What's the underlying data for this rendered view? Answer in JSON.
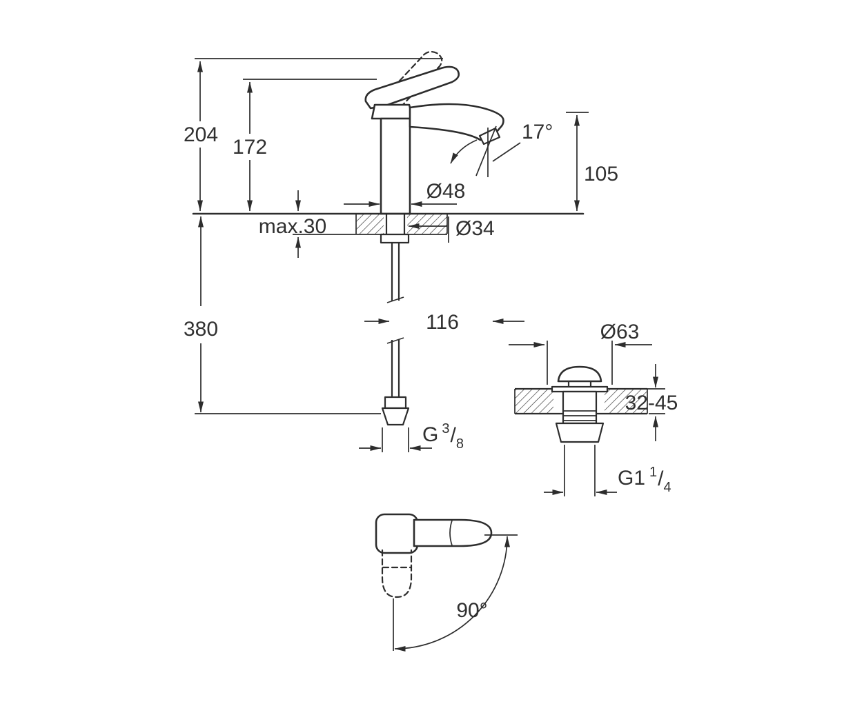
{
  "drawing": {
    "type": "technical-dimension-diagram",
    "subject": "single-lever basin mixer with pop-up waste",
    "colors": {
      "line": "#2d2d2d",
      "text": "#303030",
      "background": "#ffffff"
    }
  },
  "labels": {
    "overall_height": "204",
    "body_height": "172",
    "spout_angle": "17°",
    "spout_outlet_height": "105",
    "base_diameter": "Ø48",
    "max_deck_thickness": "max.30",
    "hole_diameter": "Ø34",
    "below_deck_length": "380",
    "spout_reach": "116",
    "waste_flange_diameter": "Ø63",
    "waste_deck_range": "32-45",
    "handle_swivel_angle": "90°",
    "supply_thread": {
      "prefix": "G",
      "num": "3",
      "slash": "/",
      "den": "8"
    },
    "waste_thread": {
      "prefix": "G1",
      "num": "1",
      "slash": "/",
      "den": "4"
    }
  }
}
